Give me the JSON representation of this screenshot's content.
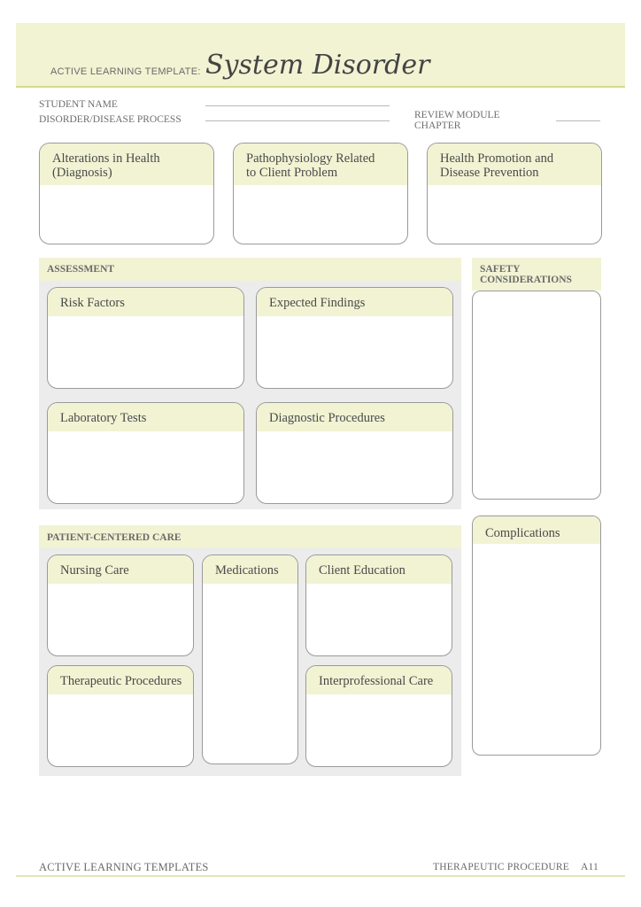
{
  "header": {
    "template_label": "ACTIVE LEARNING TEMPLATE:",
    "title": "System Disorder"
  },
  "meta": {
    "student_name_label": "STUDENT NAME",
    "disorder_label": "DISORDER/DISEASE PROCESS",
    "review_module_label": "REVIEW MODULE",
    "chapter_label": "CHAPTER"
  },
  "top_boxes": {
    "alterations": "Alterations in Health (Diagnosis)",
    "pathophysiology": "Pathophysiology Related to Client Problem",
    "health_promotion": "Health Promotion and Disease Prevention"
  },
  "assessment": {
    "title": "ASSESSMENT",
    "risk_factors": "Risk Factors",
    "expected_findings": "Expected Findings",
    "laboratory_tests": "Laboratory Tests",
    "diagnostic_procedures": "Diagnostic Procedures"
  },
  "safety": {
    "title": "SAFETY CONSIDERATIONS"
  },
  "complications": {
    "title": "Complications"
  },
  "patient_care": {
    "title": "PATIENT-CENTERED CARE",
    "nursing_care": "Nursing Care",
    "medications": "Medications",
    "client_education": "Client Education",
    "therapeutic_procedures": "Therapeutic Procedures",
    "interprofessional_care": "Interprofessional Care"
  },
  "footer": {
    "left": "ACTIVE LEARNING TEMPLATES",
    "right": "THERAPEUTIC PROCEDURE",
    "page": "A11"
  },
  "colors": {
    "accent_band": "#f1f3d3",
    "accent_rule": "#d5db8c",
    "panel_gray": "#ececec",
    "box_border": "#9a9a9a"
  }
}
